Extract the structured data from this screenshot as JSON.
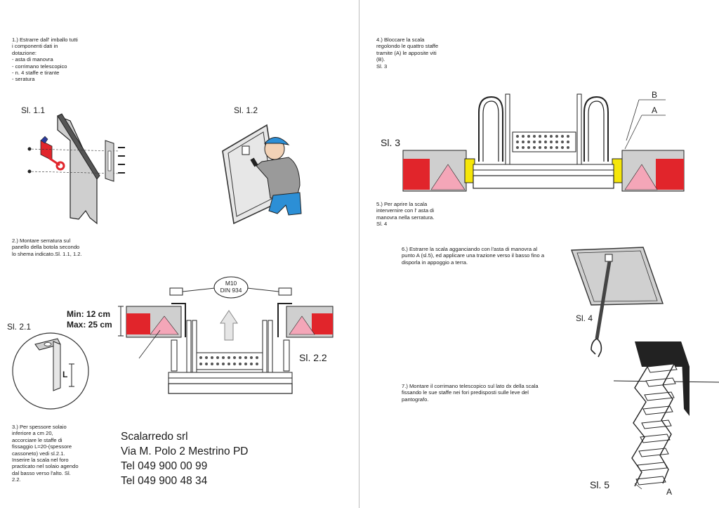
{
  "left_page": {
    "step1": "1.) Estrarre dall' imballo tutti\ni componenti dati in\ndotazione:\n- asta di manovra\n- corrimano telescopico\n- n. 4 staffe e tirante\n- seratura",
    "fig_1_1": "Sl. 1.1",
    "fig_1_2": "Sl. 1.2",
    "step2": "2.) Montare serratura sul\npanello della botola secondo\nlo shema indicato.Sl. 1.1, 1.2.",
    "fig_2_1": "Sl. 2.1",
    "fig_2_2": "Sl. 2.2",
    "dim_min": "Min: 12 cm",
    "dim_max": "Max: 25 cm",
    "bolt_line1": "M10",
    "bolt_line2": "DIN 934",
    "bracket_l": "L",
    "step3": "3.) Per spessore solaio\ninferiore a cm 20,\naccorciare le staffe di\nfissaggio L=20-(spessore\ncassoneto) vedi sl.2.1.\nInserire la scala nel foro\npracticato nel solaio agendo\ndal basso verso l'alto. Sl.\n2.2.",
    "contact": {
      "company": "Scalarredo srl",
      "address": "Via M. Polo 2 Mestrino PD",
      "tel1": "Tel 049 900 00 99",
      "tel2": "Tel 049 900 48 34"
    }
  },
  "right_page": {
    "step4": "4.) Bloccare la scala\nregolondo le quattro staffe\ntramite (A) le apposite viti\n(B).\nSl. 3",
    "fig_3": "Sl. 3",
    "callout_b": "B",
    "callout_a": "A",
    "step5": "5.) Per aprire la scala\nintervernire con l' asta di\nmanovra nella serratura.\nSl. 4",
    "step6": "6.) Estrarre la scala agganciando con l'asta di manovra al\npunto A (sl.5), ed applicare una trazione verso il basso fino a\ndisporla in appoggio a terra.",
    "fig_4": "Sl. 4",
    "step7": "7.) Montare il corrimano telescopico sul lato dx della scala\nfissando le sue staffe nei fori predisposti sulle leve del\npantografo.",
    "fig_5": "Sl. 5",
    "point_a": "A"
  },
  "colors": {
    "joist_red": "#e1252b",
    "insulation_pink": "#f4a6b8",
    "grey_fill": "#cfcfcf",
    "bracket_yellow": "#f5e60a",
    "worker_blue": "#2c8fd6"
  }
}
